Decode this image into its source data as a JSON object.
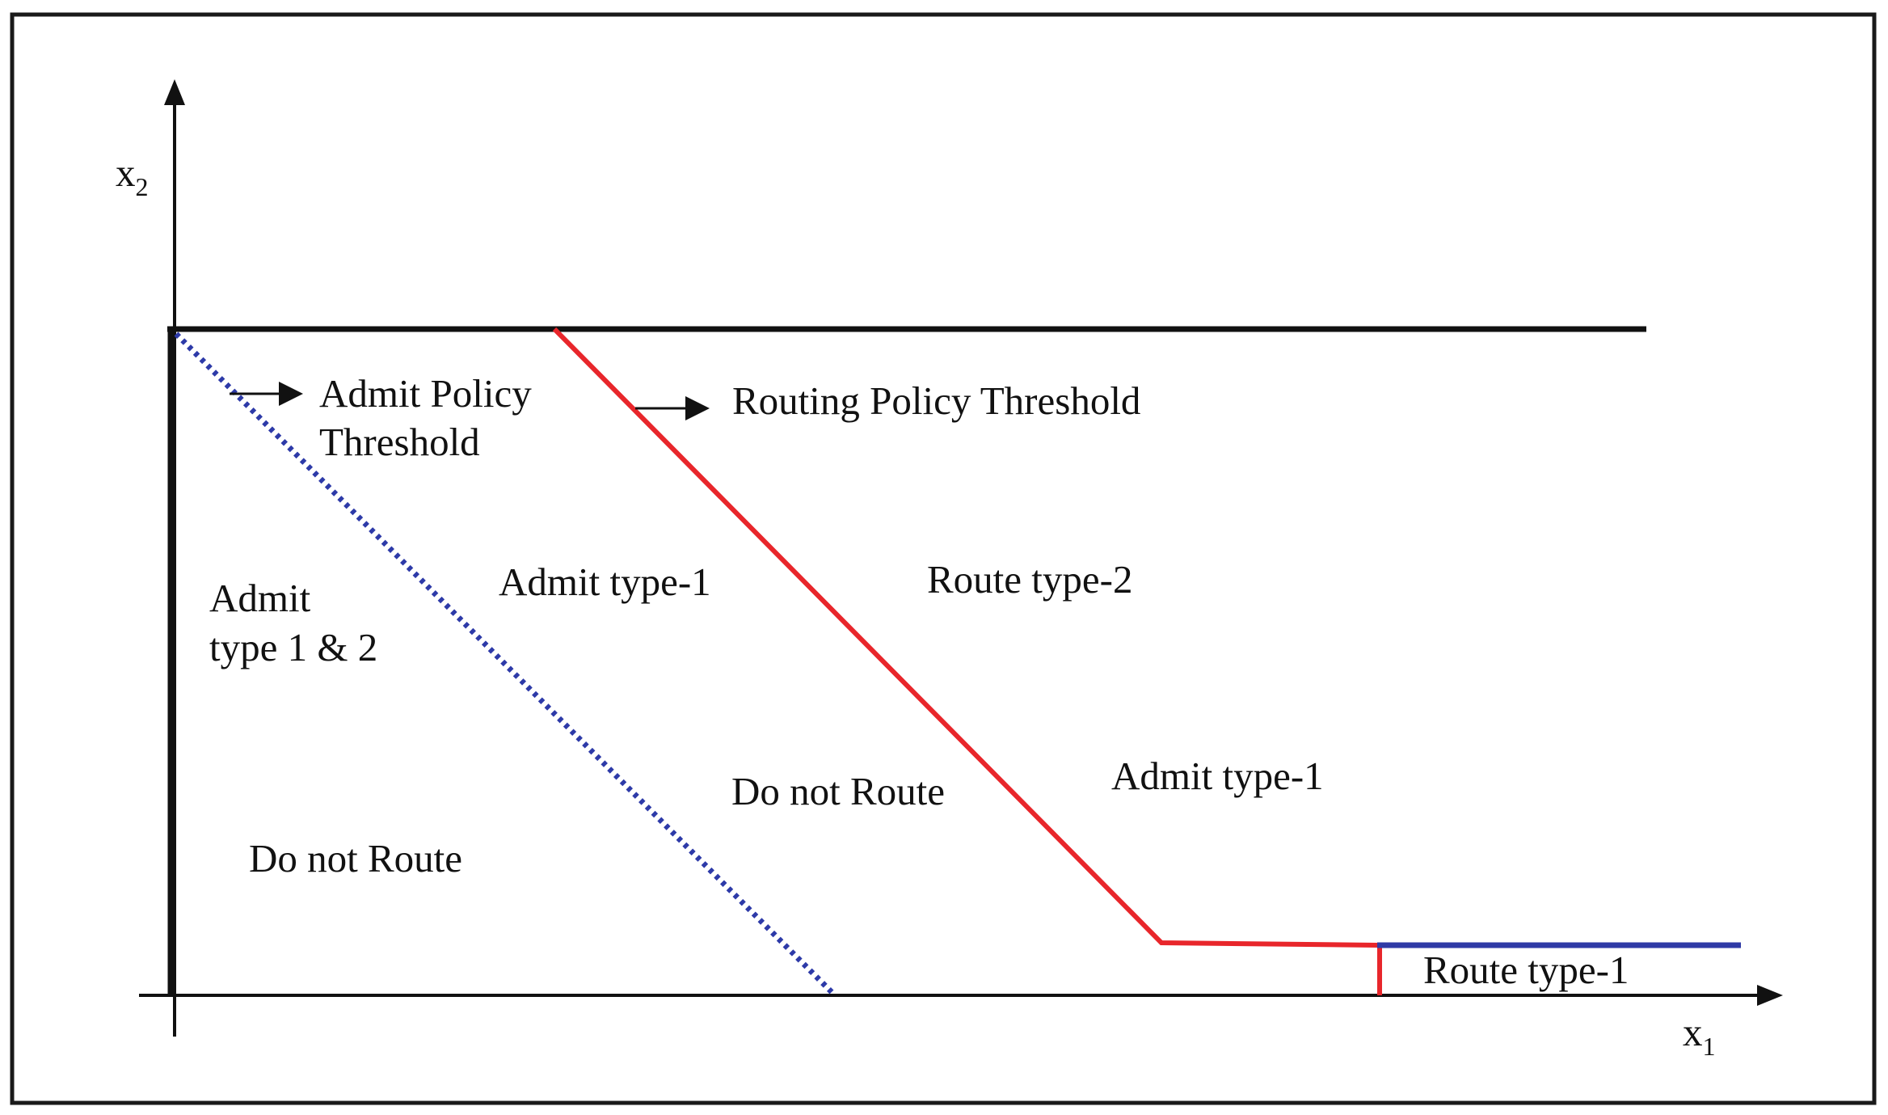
{
  "axes": {
    "x_label": "x",
    "x_subscript": "1",
    "y_label": "x",
    "y_subscript": "2"
  },
  "annotations": {
    "admit_policy_line1": "Admit Policy",
    "admit_policy_line2": "Threshold",
    "routing_policy": "Routing Policy Threshold"
  },
  "regions": {
    "admit_both_line1": "Admit",
    "admit_both_line2": "type 1 & 2",
    "do_not_route_left": "Do not Route",
    "admit_type1_upper": "Admit type-1",
    "do_not_route_middle": "Do not Route",
    "route_type2": "Route type-2",
    "admit_type1_lower": "Admit type-1",
    "route_type1": "Route type-1"
  },
  "colors": {
    "frame": "#1a1a1a",
    "axis": "#111111",
    "boundary": "#111111",
    "routing_threshold": "#e8262b",
    "admit_threshold": "#2d3aa8",
    "route_type1_line": "#2f3aa6"
  }
}
